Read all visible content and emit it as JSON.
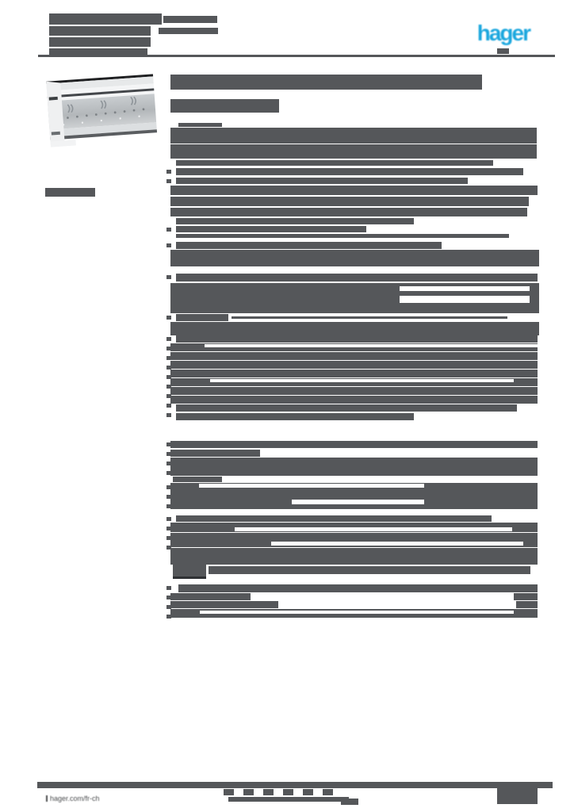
{
  "colors": {
    "brand_blue": "#1ba7de",
    "redaction_gray": "#55575a",
    "redaction_dark": "#2f3134",
    "paper_white": "#ffffff"
  },
  "header": {
    "logo_text": "hager"
  },
  "footer": {
    "site_link": "hager.com/fr-ch"
  },
  "product_image": {
    "label": "galvanized-steel-cable-trunking-photo"
  },
  "redacted_bars": [
    [
      62,
      17,
      142,
      14
    ],
    [
      206,
      20,
      68,
      9
    ],
    [
      62,
      33,
      128,
      12
    ],
    [
      200,
      35,
      75,
      8
    ],
    [
      62,
      47,
      128,
      12
    ],
    [
      62,
      61,
      124,
      8
    ],
    [
      627,
      61,
      15,
      7
    ],
    [
      215,
      94,
      393,
      19
    ],
    [
      215,
      125,
      137,
      17
    ],
    [
      57,
      237,
      63,
      11
    ],
    [
      225,
      155,
      55,
      5
    ],
    [
      215,
      161,
      462,
      20
    ],
    [
      215,
      182,
      462,
      18
    ],
    [
      222,
      202,
      400,
      7
    ],
    [
      210,
      214,
      6,
      5
    ],
    [
      222,
      212,
      438,
      9
    ],
    [
      210,
      226,
      6,
      5
    ],
    [
      222,
      224,
      368,
      8
    ],
    [
      215,
      234,
      463,
      12
    ],
    [
      215,
      248,
      452,
      12
    ],
    [
      215,
      262,
      450,
      11
    ],
    [
      222,
      275,
      300,
      8
    ],
    [
      210,
      287,
      6,
      5
    ],
    [
      222,
      285,
      240,
      8
    ],
    [
      222,
      295,
      420,
      5
    ],
    [
      210,
      307,
      6,
      5
    ],
    [
      222,
      305,
      335,
      9
    ],
    [
      215,
      315,
      465,
      21
    ],
    [
      210,
      347,
      6,
      5
    ],
    [
      222,
      345,
      456,
      10
    ],
    [
      215,
      357,
      465,
      38
    ],
    [
      504,
      361,
      164,
      6,
      "w"
    ],
    [
      504,
      373,
      164,
      9,
      "w"
    ],
    [
      210,
      398,
      6,
      5
    ],
    [
      222,
      396,
      66,
      9
    ],
    [
      292,
      399,
      348,
      3
    ],
    [
      215,
      406,
      465,
      17
    ],
    [
      222,
      423,
      456,
      9
    ],
    [
      215,
      433,
      463,
      10
    ],
    [
      215,
      444,
      463,
      10
    ],
    [
      215,
      455,
      463,
      10
    ],
    [
      215,
      466,
      463,
      10
    ],
    [
      215,
      477,
      463,
      10
    ],
    [
      215,
      488,
      463,
      10
    ],
    [
      215,
      499,
      463,
      10
    ],
    [
      222,
      510,
      430,
      9
    ],
    [
      222,
      521,
      300,
      9
    ],
    [
      258,
      434,
      420,
      4,
      "w"
    ],
    [
      265,
      478,
      383,
      4,
      "w"
    ],
    [
      210,
      425,
      6,
      5
    ],
    [
      210,
      437,
      6,
      5
    ],
    [
      210,
      449,
      6,
      5
    ],
    [
      210,
      461,
      6,
      5
    ],
    [
      210,
      473,
      6,
      5
    ],
    [
      210,
      485,
      6,
      5
    ],
    [
      210,
      497,
      6,
      5
    ],
    [
      210,
      509,
      6,
      5
    ],
    [
      210,
      521,
      6,
      5
    ],
    [
      215,
      556,
      463,
      9
    ],
    [
      215,
      567,
      113,
      9
    ],
    [
      215,
      577,
      463,
      23
    ],
    [
      218,
      601,
      62,
      7
    ],
    [
      215,
      609,
      463,
      33
    ],
    [
      251,
      610,
      284,
      5,
      "w"
    ],
    [
      368,
      630,
      167,
      6,
      "w"
    ],
    [
      210,
      558,
      6,
      5
    ],
    [
      210,
      570,
      6,
      5
    ],
    [
      210,
      582,
      6,
      5
    ],
    [
      210,
      594,
      6,
      5
    ],
    [
      210,
      612,
      6,
      5
    ],
    [
      210,
      624,
      6,
      5
    ],
    [
      210,
      636,
      6,
      5
    ],
    [
      222,
      650,
      398,
      8
    ],
    [
      215,
      659,
      463,
      12
    ],
    [
      296,
      665,
      350,
      5,
      "w"
    ],
    [
      215,
      672,
      463,
      9
    ],
    [
      215,
      681,
      463,
      9
    ],
    [
      342,
      683,
      318,
      5,
      "w"
    ],
    [
      215,
      691,
      463,
      9
    ],
    [
      210,
      652,
      6,
      5
    ],
    [
      210,
      664,
      6,
      5
    ],
    [
      210,
      676,
      6,
      5
    ],
    [
      210,
      688,
      6,
      5
    ],
    [
      215,
      700,
      463,
      12
    ],
    [
      218,
      703,
      42,
      26
    ],
    [
      218,
      727,
      42,
      3,
      "d"
    ],
    [
      263,
      714,
      406,
      10
    ],
    [
      225,
      737,
      453,
      10
    ],
    [
      215,
      748,
      101,
      9
    ],
    [
      648,
      748,
      30,
      9
    ],
    [
      215,
      758,
      136,
      9
    ],
    [
      651,
      758,
      27,
      9
    ],
    [
      215,
      768,
      463,
      11
    ],
    [
      252,
      770,
      396,
      4,
      "w"
    ],
    [
      210,
      739,
      6,
      5
    ],
    [
      210,
      751,
      6,
      5
    ],
    [
      210,
      763,
      6,
      5
    ],
    [
      210,
      775,
      6,
      5
    ],
    [
      282,
      995,
      13,
      8
    ],
    [
      307,
      995,
      13,
      8
    ],
    [
      332,
      995,
      13,
      8
    ],
    [
      357,
      995,
      13,
      8
    ],
    [
      382,
      995,
      13,
      8
    ],
    [
      407,
      995,
      13,
      8
    ],
    [
      288,
      1005,
      152,
      6
    ],
    [
      430,
      1007,
      22,
      8
    ],
    [
      627,
      992,
      51,
      22
    ]
  ]
}
